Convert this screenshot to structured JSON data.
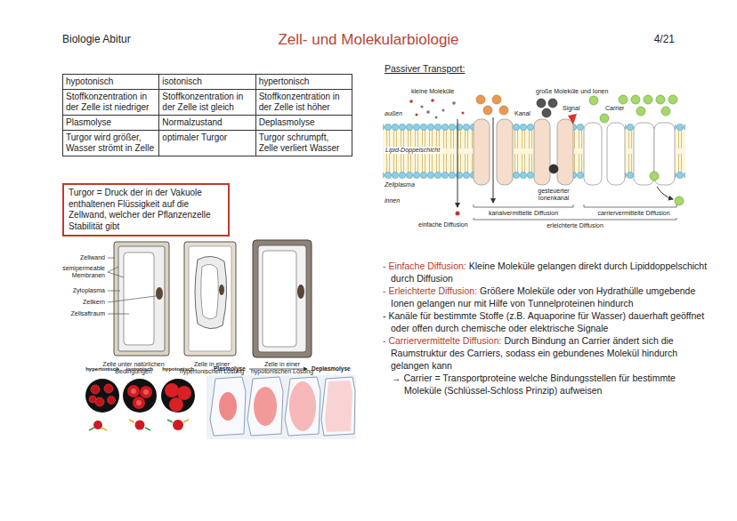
{
  "diagram": {
    "title": "Zell- und Molekularbiologie",
    "nodes": [
      {
        "text": [
          "Turgor = Druck der in der Vakuole enthaltenen Flüssigkeit auf die Zellwand, welcher der Pflanzenzelle Stabilität gibt"
        ]
      }
    ],
    "labels": [
      "Biologie Abitur",
      "4/21",
      "hypotonisch",
      "isotonisch",
      "hypertonisch",
      "Stoffkonzentration in der Zelle ist niedriger",
      "Stoffkonzentration in der Zelle ist gleich",
      "Stoffkonzentration in der Zelle ist höher",
      "Plasmolyse",
      "Normalzustand",
      "Deplasmolyse",
      "Turgor wird größer, Wasser strömt in Zelle",
      "optimaler Turgor",
      "Turgor schrumpft, Zelle verliert Wasser",
      "Zellwand",
      "semipermeable Membranen",
      "Zytoplasma",
      "Zellkern",
      "Zellsaftraum",
      "Zelle unter natürlichen Bedingungen",
      "Zelle in einer hypertonischen Lösung",
      "Zelle in einer hypotonischen Lösung",
      "hypertonisch",
      "isotonisch",
      "hypotonisch",
      "Plasmolyse",
      "Deplasmolyse",
      "Passiver Transport:",
      "kleine Moleküle",
      "große Moleküle und Ionen",
      "außen",
      "Kanal",
      "Signal",
      "Carrier",
      "Lipid-Doppelschicht",
      "Zellplasma",
      "innen",
      "gesteuerter Ionenkanal",
      "einfache Diffusion",
      "kanalvermittelte Diffusion",
      "carriervermittelte Diffusion",
      "erleichterte Diffusion",
      "- Einfache Diffusion:",
      "Kleine Moleküle gelangen direkt durch Lipiddoppelschicht durch Diffusion",
      "- Erleichterte Diffusion:",
      "Größere Moleküle oder von Hydrathülle umgebende Ionen gelangen nur mit Hilfe von Tunnelproteinen hindurch",
      "- Kanäle für bestimmte Stoffe (z.B. Aquaporine für Wasser) dauerhaft geöffnet oder offen durch chemische oder elektrische Signale",
      "- Carriervermittelte Diffusion:",
      "Durch Bindung an Carrier ändert sich die Raumstruktur des Carriers, sodass ein gebundenes Molekül hindurch gelangen kann",
      "→ Carrier = Transportproteine welche Bindungsstellen für bestimmte Moleküle (Schlüssel-Schloss Prinzip) aufweisen"
    ]
  }
}
